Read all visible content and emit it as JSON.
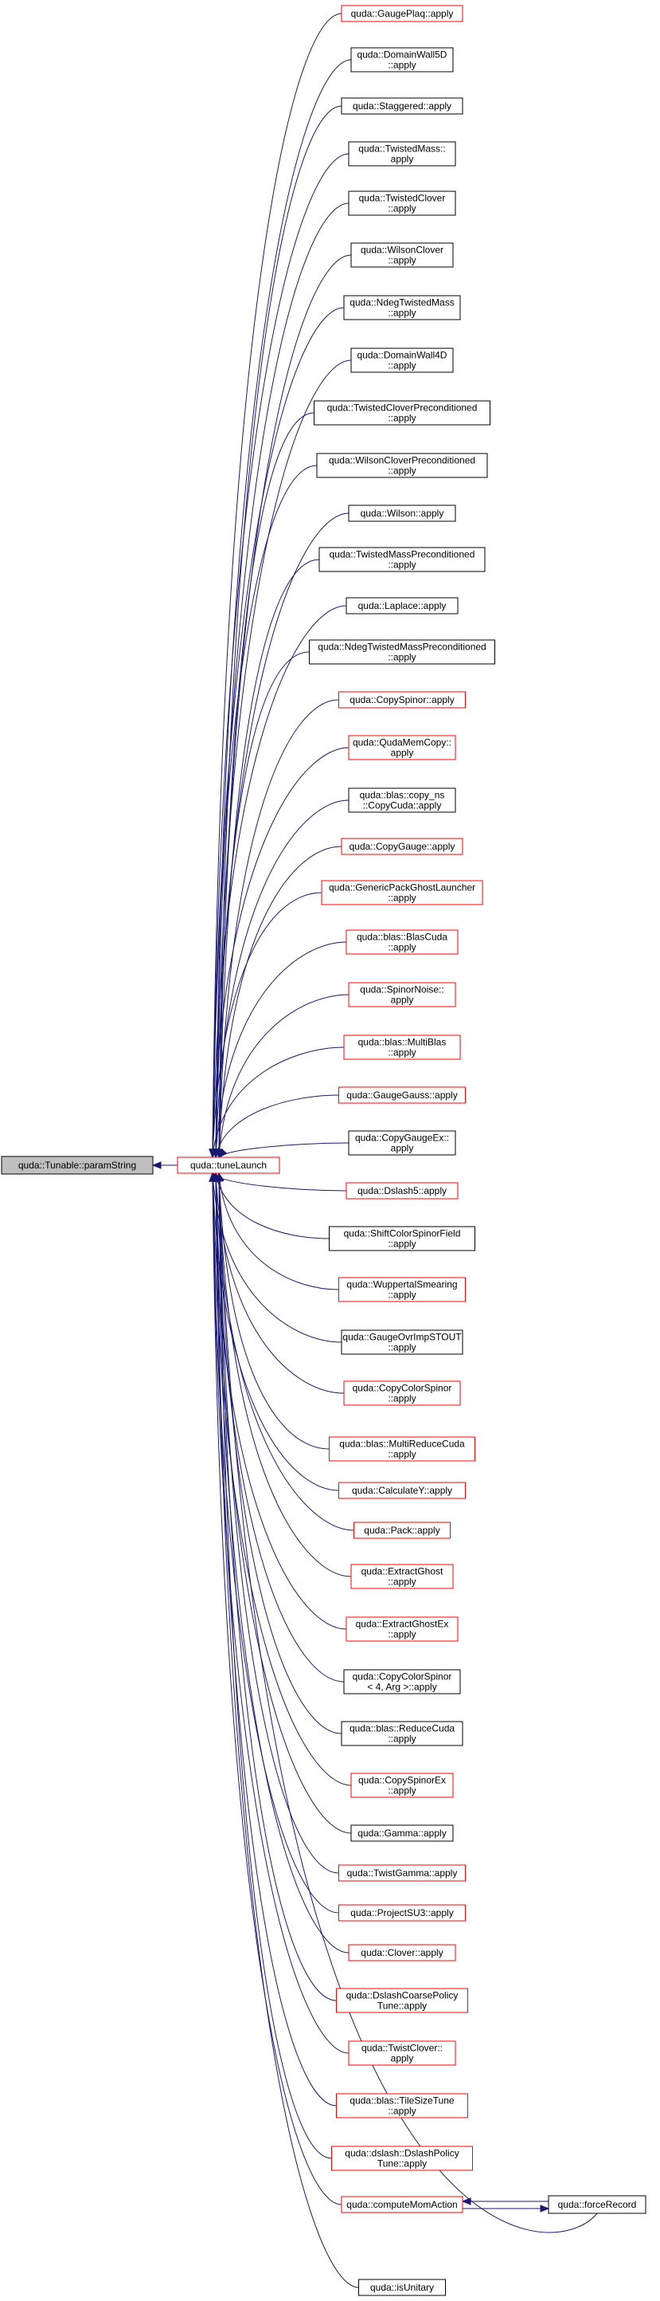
{
  "colors": {
    "edge": "#191970",
    "link_border": "#ff0000",
    "plain_border": "#000000",
    "root_fill": "#bfbfbf"
  },
  "root": {
    "id": "root",
    "lines": [
      "quda::Tunable::paramString"
    ]
  },
  "hub": {
    "id": "hub",
    "lines": [
      "quda::tuneLaunch"
    ],
    "border": "red"
  },
  "callers": [
    {
      "id": "n0",
      "lines": [
        "quda::GaugePlaq::apply"
      ],
      "border": "red"
    },
    {
      "id": "n1",
      "lines": [
        "quda::DomainWall5D",
        "::apply"
      ],
      "border": "black"
    },
    {
      "id": "n2",
      "lines": [
        "quda::Staggered::apply"
      ],
      "border": "black"
    },
    {
      "id": "n3",
      "lines": [
        "quda::TwistedMass::",
        "apply"
      ],
      "border": "black"
    },
    {
      "id": "n4",
      "lines": [
        "quda::TwistedClover",
        "::apply"
      ],
      "border": "black"
    },
    {
      "id": "n5",
      "lines": [
        "quda::WilsonClover",
        "::apply"
      ],
      "border": "black"
    },
    {
      "id": "n6",
      "lines": [
        "quda::NdegTwistedMass",
        "::apply"
      ],
      "border": "black"
    },
    {
      "id": "n7",
      "lines": [
        "quda::DomainWall4D",
        "::apply"
      ],
      "border": "black"
    },
    {
      "id": "n8",
      "lines": [
        "quda::TwistedCloverPreconditioned",
        "::apply"
      ],
      "border": "black"
    },
    {
      "id": "n9",
      "lines": [
        "quda::WilsonCloverPreconditioned",
        "::apply"
      ],
      "border": "black"
    },
    {
      "id": "n10",
      "lines": [
        "quda::Wilson::apply"
      ],
      "border": "black"
    },
    {
      "id": "n11",
      "lines": [
        "quda::TwistedMassPreconditioned",
        "::apply"
      ],
      "border": "black"
    },
    {
      "id": "n12",
      "lines": [
        "quda::Laplace::apply"
      ],
      "border": "black"
    },
    {
      "id": "n13",
      "lines": [
        "quda::NdegTwistedMassPreconditioned",
        "::apply"
      ],
      "border": "black"
    },
    {
      "id": "n14",
      "lines": [
        "quda::CopySpinor::apply"
      ],
      "border": "red"
    },
    {
      "id": "n15",
      "lines": [
        "quda::QudaMemCopy::",
        "apply"
      ],
      "border": "red"
    },
    {
      "id": "n16",
      "lines": [
        "quda::blas::copy_ns",
        "::CopyCuda::apply"
      ],
      "border": "black"
    },
    {
      "id": "n17",
      "lines": [
        "quda::CopyGauge::apply"
      ],
      "border": "red"
    },
    {
      "id": "n18",
      "lines": [
        "quda::GenericPackGhostLauncher",
        "::apply"
      ],
      "border": "red"
    },
    {
      "id": "n19",
      "lines": [
        "quda::blas::BlasCuda",
        "::apply"
      ],
      "border": "red"
    },
    {
      "id": "n20",
      "lines": [
        "quda::SpinorNoise::",
        "apply"
      ],
      "border": "red"
    },
    {
      "id": "n21",
      "lines": [
        "quda::blas::MultiBlas",
        "::apply"
      ],
      "border": "red"
    },
    {
      "id": "n22",
      "lines": [
        "quda::GaugeGauss::apply"
      ],
      "border": "red"
    },
    {
      "id": "n23",
      "lines": [
        "quda::CopyGaugeEx::",
        "apply"
      ],
      "border": "black"
    },
    {
      "id": "n24",
      "lines": [
        "quda::Dslash5::apply"
      ],
      "border": "red"
    },
    {
      "id": "n25",
      "lines": [
        "quda::ShiftColorSpinorField",
        "::apply"
      ],
      "border": "black"
    },
    {
      "id": "n26",
      "lines": [
        "quda::WuppertalSmearing",
        "::apply"
      ],
      "border": "red"
    },
    {
      "id": "n27",
      "lines": [
        "quda::GaugeOvrImpSTOUT",
        "::apply"
      ],
      "border": "black"
    },
    {
      "id": "n28",
      "lines": [
        "quda::CopyColorSpinor",
        "::apply"
      ],
      "border": "red"
    },
    {
      "id": "n29",
      "lines": [
        "quda::blas::MultiReduceCuda",
        "::apply"
      ],
      "border": "red"
    },
    {
      "id": "n30",
      "lines": [
        "quda::CalculateY::apply"
      ],
      "border": "red"
    },
    {
      "id": "n31",
      "lines": [
        "quda::Pack::apply"
      ],
      "border": "red"
    },
    {
      "id": "n32",
      "lines": [
        "quda::ExtractGhost",
        "::apply"
      ],
      "border": "red"
    },
    {
      "id": "n33",
      "lines": [
        "quda::ExtractGhostEx",
        "::apply"
      ],
      "border": "red"
    },
    {
      "id": "n34",
      "lines": [
        "quda::CopyColorSpinor",
        "< 4, Arg >::apply"
      ],
      "border": "black"
    },
    {
      "id": "n35",
      "lines": [
        "quda::blas::ReduceCuda",
        "::apply"
      ],
      "border": "black"
    },
    {
      "id": "n36",
      "lines": [
        "quda::CopySpinorEx",
        "::apply"
      ],
      "border": "red"
    },
    {
      "id": "n37",
      "lines": [
        "quda::Gamma::apply"
      ],
      "border": "black"
    },
    {
      "id": "n38",
      "lines": [
        "quda::TwistGamma::apply"
      ],
      "border": "red"
    },
    {
      "id": "n39",
      "lines": [
        "quda::ProjectSU3::apply"
      ],
      "border": "red"
    },
    {
      "id": "n40",
      "lines": [
        "quda::Clover::apply"
      ],
      "border": "red"
    },
    {
      "id": "n41",
      "lines": [
        "quda::DslashCoarsePolicy",
        "Tune::apply"
      ],
      "border": "red"
    },
    {
      "id": "n42",
      "lines": [
        "quda::TwistClover::",
        "apply"
      ],
      "border": "red"
    },
    {
      "id": "n43",
      "lines": [
        "quda::blas::TileSizeTune",
        "::apply"
      ],
      "border": "red"
    },
    {
      "id": "n44",
      "lines": [
        "quda::dslash::DslashPolicy",
        "Tune::apply"
      ],
      "border": "red"
    },
    {
      "id": "n45",
      "lines": [
        "quda::computeMomAction"
      ],
      "border": "red"
    },
    {
      "id": "n46",
      "lines": [
        "quda::isUnitary"
      ],
      "border": "black"
    }
  ],
  "extra": {
    "id": "force",
    "lines": [
      "quda::forceRecord"
    ],
    "border": "black"
  }
}
